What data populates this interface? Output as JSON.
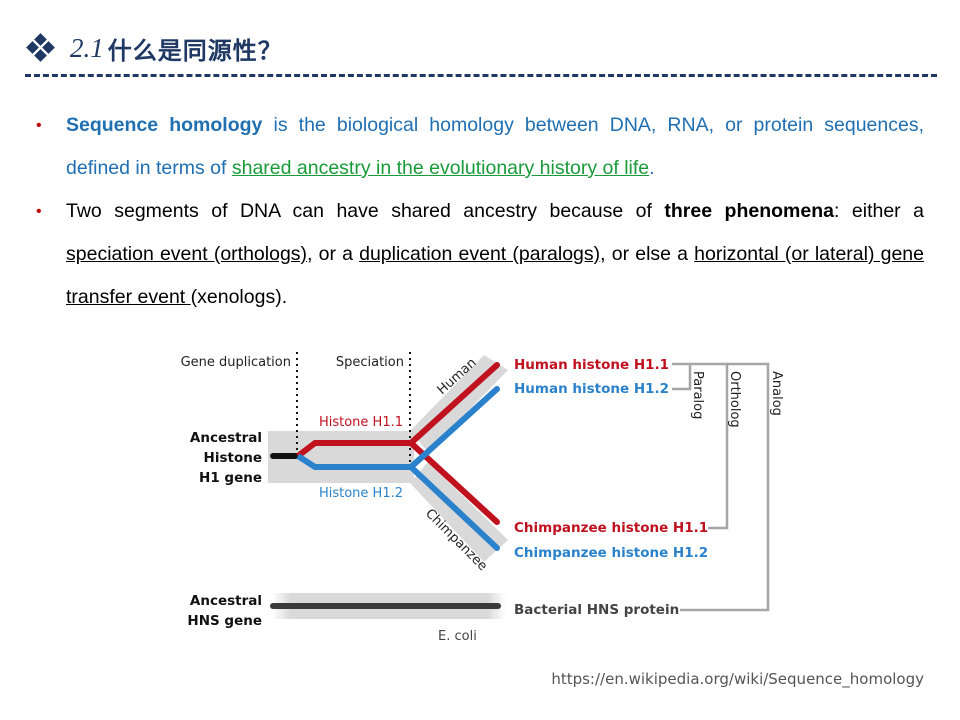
{
  "header": {
    "bullet_icon": "diamond-cluster-icon",
    "section_number": "2.1",
    "title": "什么是同源性？"
  },
  "bullets": [
    {
      "term": "Sequence homology",
      "text1": " is the biological homology between DNA, RNA, or protein sequences, defined in terms of ",
      "link": "shared ancestry in the evolutionary history of life",
      "end": "."
    },
    {
      "text1": "Two segments of DNA can have shared ancestry because of ",
      "bold": "three phenomena",
      "text2": ": either a ",
      "u1": "speciation event (orthologs)",
      "text3": ", or a ",
      "u2": "duplication event (paralogs)",
      "text4": ", or else a ",
      "u3": "horizontal (or lateral) gene transfer event ",
      "text5": "(xenologs)."
    }
  ],
  "diagram": {
    "event_labels": [
      "Gene duplication",
      "Speciation"
    ],
    "ancestral_histone": [
      "Ancestral",
      "Histone",
      "H1 gene"
    ],
    "ancestral_hns": [
      "Ancestral",
      "HNS gene"
    ],
    "branch_h11": "Histone H1.1",
    "branch_h12": "Histone H1.2",
    "species": [
      "Human",
      "Chimpanzee",
      "E. coli"
    ],
    "leaves": [
      "Human histone H1.1",
      "Human histone H1.2",
      "Chimpanzee histone H1.1",
      "Chimpanzee histone H1.2",
      "Bacterial HNS protein"
    ],
    "relations": [
      "Paralog",
      "Ortholog",
      "Analog"
    ],
    "colors": {
      "h11": "#c0111f",
      "h12": "#2a82cc",
      "ancestor": "#111111",
      "hns": "#3a3a3a",
      "band": "#d9d9d9",
      "bracket": "#a6a6a6"
    }
  },
  "source": "https://en.wikipedia.org/wiki/Sequence_homology"
}
